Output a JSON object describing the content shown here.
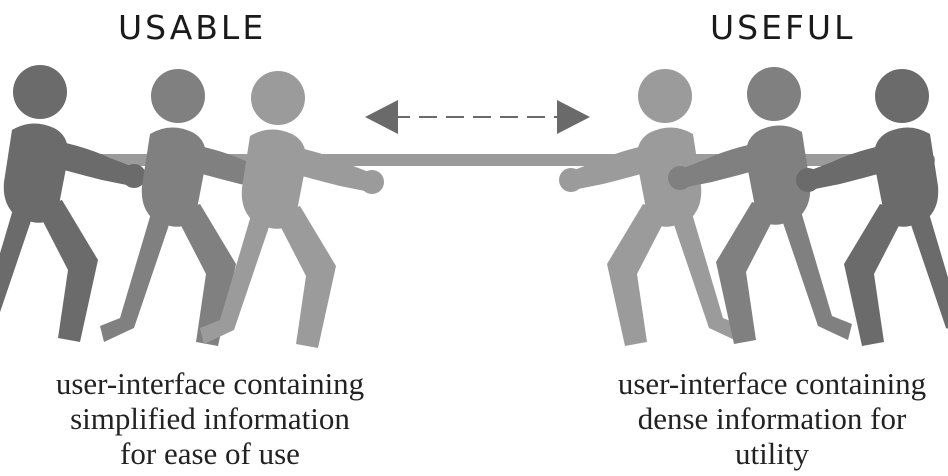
{
  "left_side": {
    "heading": "USABLE",
    "caption_lines": [
      "user-interface containing",
      "simplified information",
      "for ease of use"
    ]
  },
  "right_side": {
    "heading": "USEFUL",
    "caption_lines": [
      "user-interface containing",
      "dense information for",
      "utility"
    ]
  },
  "colors": {
    "figure_dark": "#6b6b6b",
    "figure_mid": "#808080",
    "figure_light": "#9b9b9b",
    "rope": "#9b9b9b",
    "arrow": "#6a6a6a",
    "text": "#222222"
  },
  "icons": {
    "tension_arrow": "double-headed-dashed-arrow",
    "figures": "tug-of-war-person"
  }
}
